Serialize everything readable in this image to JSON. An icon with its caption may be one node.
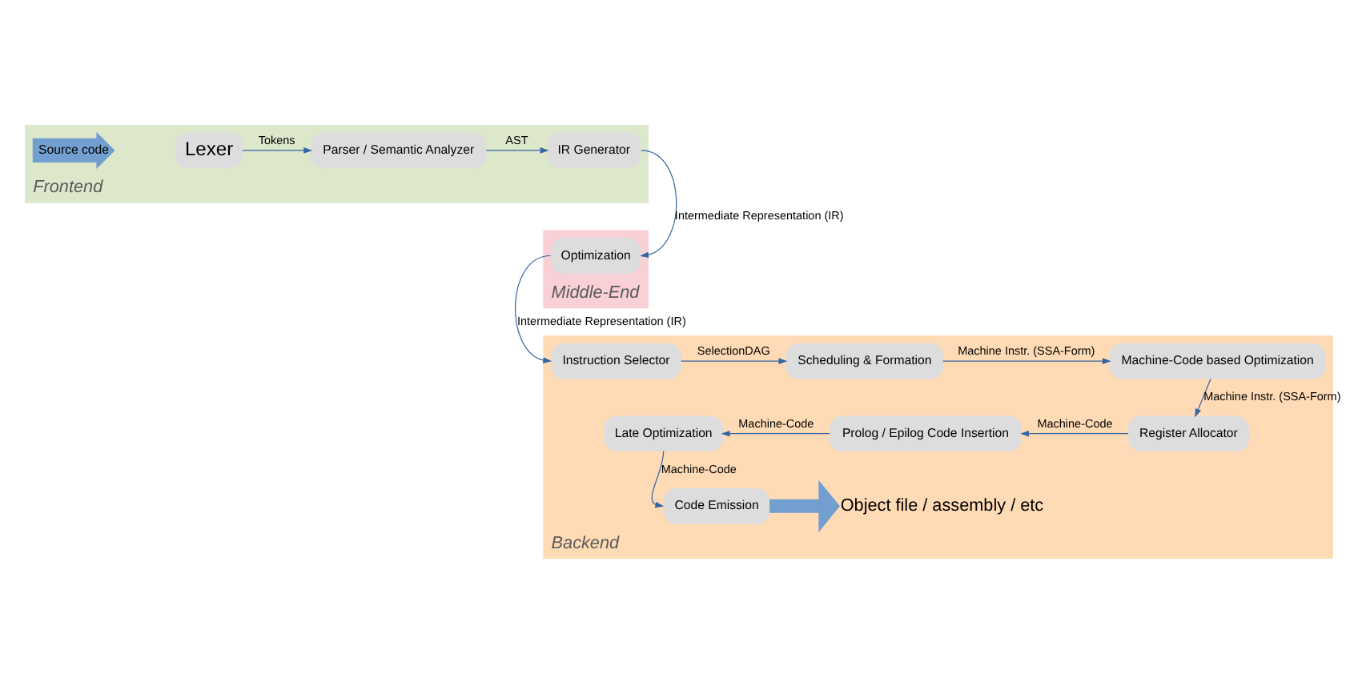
{
  "diagram": {
    "nodes": [
      {
        "text": [
          "Frontend"
        ]
      },
      {
        "text": [
          "Source code"
        ],
        "in": 0
      },
      {
        "text": [
          "Lexer"
        ],
        "in": 0
      },
      {
        "text": [
          "Parser / Semantic Analyzer"
        ],
        "in": 0
      },
      {
        "text": [
          "IR Generator"
        ],
        "in": 0
      },
      {
        "text": [
          "Middle-End"
        ]
      },
      {
        "text": [
          "Optimization"
        ],
        "in": 5
      },
      {
        "text": [
          "Backend"
        ]
      },
      {
        "text": [
          "Instruction Selector"
        ],
        "in": 7
      },
      {
        "text": [
          "Scheduling & Formation"
        ],
        "in": 7
      },
      {
        "text": [
          "Machine-Code based Optimization"
        ],
        "in": 7
      },
      {
        "text": [
          "Register Allocator"
        ],
        "in": 7
      },
      {
        "text": [
          "Prolog / Epilog Code Insertion"
        ],
        "in": 7
      },
      {
        "text": [
          "Late Optimization"
        ],
        "in": 7
      },
      {
        "text": [
          "Code Emission"
        ],
        "in": 7
      },
      {
        "text": [
          "Object file / assembly / etc"
        ],
        "in": 7
      }
    ],
    "edges": [
      {
        "from": 2,
        "to": 3,
        "arrow": "to",
        "label": "Tokens"
      },
      {
        "from": 3,
        "to": 4,
        "arrow": "to",
        "label": "AST"
      },
      {
        "from": 4,
        "to": 6,
        "arrow": "to",
        "label": "Intermediate Representation (IR)"
      },
      {
        "from": 6,
        "to": 8,
        "arrow": "to",
        "label": "Intermediate Representation (IR)"
      },
      {
        "from": 8,
        "to": 9,
        "arrow": "to",
        "label": "SelectionDAG"
      },
      {
        "from": 9,
        "to": 10,
        "arrow": "to",
        "label": "Machine Instr. (SSA-Form)"
      },
      {
        "from": 10,
        "to": 11,
        "arrow": "to",
        "label": "Machine Instr. (SSA-Form)"
      },
      {
        "from": 11,
        "to": 12,
        "arrow": "to",
        "label": "Machine-Code"
      },
      {
        "from": 12,
        "to": 13,
        "arrow": "to",
        "label": "Machine-Code"
      },
      {
        "from": 13,
        "to": 14,
        "arrow": "to",
        "label": "Machine-Code"
      },
      {
        "from": 14,
        "to": 15,
        "arrow": "to",
        "style": "thick",
        "color": "#729fcf"
      }
    ]
  }
}
